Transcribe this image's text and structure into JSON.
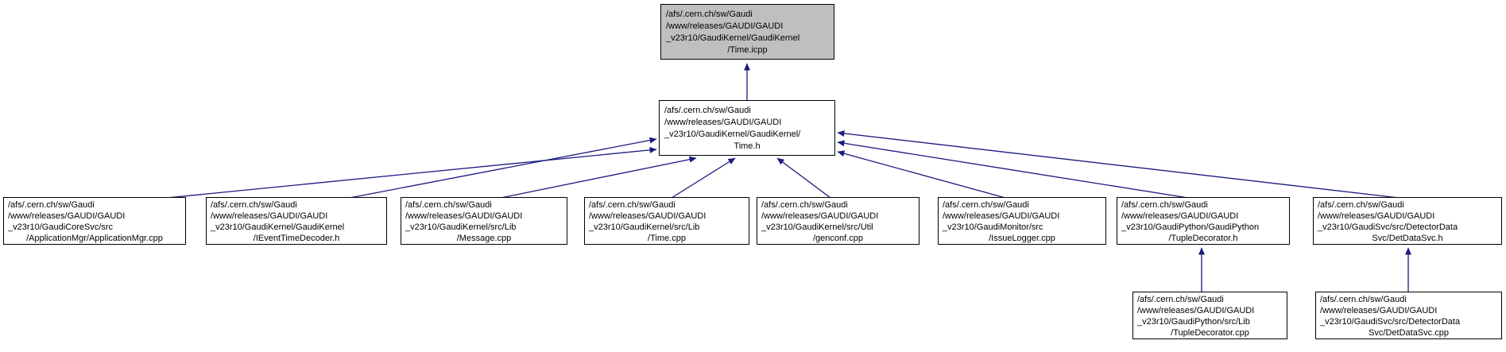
{
  "diagram": {
    "kind": "doxygen-include-dependency-graph",
    "colors": {
      "arrow": "#1a1a80",
      "node_border": "#000000",
      "node_fill": "#ffffff",
      "highlight_fill": "#bfbfbf"
    },
    "nodes": {
      "time_icpp": {
        "highlighted": true,
        "lines": [
          "/afs/.cern.ch/sw/Gaudi",
          "/www/releases/GAUDI/GAUDI",
          "_v23r10/GaudiKernel/GaudiKernel",
          "/Time.icpp"
        ]
      },
      "time_h": {
        "highlighted": false,
        "lines": [
          "/afs/.cern.ch/sw/Gaudi",
          "/www/releases/GAUDI/GAUDI",
          "_v23r10/GaudiKernel/GaudiKernel/",
          "Time.h"
        ]
      },
      "applicationmgr_cpp": {
        "highlighted": false,
        "lines": [
          "/afs/.cern.ch/sw/Gaudi",
          "/www/releases/GAUDI/GAUDI",
          "_v23r10/GaudiCoreSvc/src",
          "/ApplicationMgr/ApplicationMgr.cpp"
        ]
      },
      "ieventtimedecoder_h": {
        "highlighted": false,
        "lines": [
          "/afs/.cern.ch/sw/Gaudi",
          "/www/releases/GAUDI/GAUDI",
          "_v23r10/GaudiKernel/GaudiKernel",
          "/IEventTimeDecoder.h"
        ]
      },
      "message_cpp": {
        "highlighted": false,
        "lines": [
          "/afs/.cern.ch/sw/Gaudi",
          "/www/releases/GAUDI/GAUDI",
          "_v23r10/GaudiKernel/src/Lib",
          "/Message.cpp"
        ]
      },
      "time_cpp": {
        "highlighted": false,
        "lines": [
          "/afs/.cern.ch/sw/Gaudi",
          "/www/releases/GAUDI/GAUDI",
          "_v23r10/GaudiKernel/src/Lib",
          "/Time.cpp"
        ]
      },
      "genconf_cpp": {
        "highlighted": false,
        "lines": [
          "/afs/.cern.ch/sw/Gaudi",
          "/www/releases/GAUDI/GAUDI",
          "_v23r10/GaudiKernel/src/Util",
          "/genconf.cpp"
        ]
      },
      "issuelogger_cpp": {
        "highlighted": false,
        "lines": [
          "/afs/.cern.ch/sw/Gaudi",
          "/www/releases/GAUDI/GAUDI",
          "_v23r10/GaudiMonitor/src",
          "/IssueLogger.cpp"
        ]
      },
      "tupledecorator_h": {
        "highlighted": false,
        "lines": [
          "/afs/.cern.ch/sw/Gaudi",
          "/www/releases/GAUDI/GAUDI",
          "_v23r10/GaudiPython/GaudiPython",
          "/TupleDecorator.h"
        ]
      },
      "detdatasvc_h": {
        "highlighted": false,
        "lines": [
          "/afs/.cern.ch/sw/Gaudi",
          "/www/releases/GAUDI/GAUDI",
          "_v23r10/GaudiSvc/src/DetectorData",
          "Svc/DetDataSvc.h"
        ]
      },
      "tupledecorator_cpp": {
        "highlighted": false,
        "lines": [
          "/afs/.cern.ch/sw/Gaudi",
          "/www/releases/GAUDI/GAUDI",
          "_v23r10/GaudiPython/src/Lib",
          "/TupleDecorator.cpp"
        ]
      },
      "detdatasvc_cpp": {
        "highlighted": false,
        "lines": [
          "/afs/.cern.ch/sw/Gaudi",
          "/www/releases/GAUDI/GAUDI",
          "_v23r10/GaudiSvc/src/DetectorData",
          "Svc/DetDataSvc.cpp"
        ]
      }
    },
    "edges": [
      {
        "from": "time_h",
        "to": "time_icpp"
      },
      {
        "from": "applicationmgr_cpp",
        "to": "time_h"
      },
      {
        "from": "ieventtimedecoder_h",
        "to": "time_h"
      },
      {
        "from": "message_cpp",
        "to": "time_h"
      },
      {
        "from": "time_cpp",
        "to": "time_h"
      },
      {
        "from": "genconf_cpp",
        "to": "time_h"
      },
      {
        "from": "issuelogger_cpp",
        "to": "time_h"
      },
      {
        "from": "tupledecorator_h",
        "to": "time_h"
      },
      {
        "from": "detdatasvc_h",
        "to": "time_h"
      },
      {
        "from": "tupledecorator_cpp",
        "to": "tupledecorator_h"
      },
      {
        "from": "detdatasvc_cpp",
        "to": "detdatasvc_h"
      }
    ]
  }
}
